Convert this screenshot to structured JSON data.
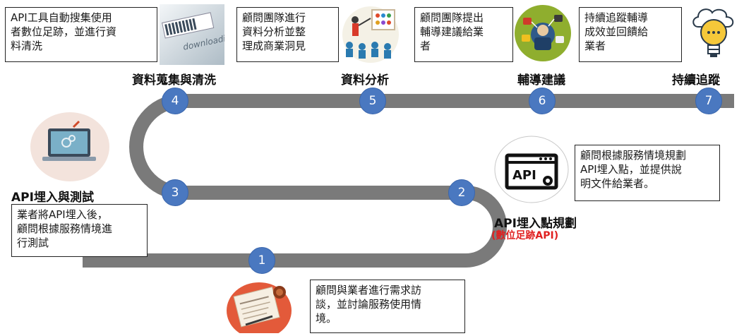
{
  "colors": {
    "road": "#7a7a7a",
    "step_circle": "#4a78c0",
    "subtitle": "#e02020",
    "text": "#111111"
  },
  "steps": [
    {
      "number": "1",
      "description": "顧問與業者進行需求訪\n談，並討論服務使用情\n境。",
      "icon": "curriculum-document-icon"
    },
    {
      "number": "2",
      "title": "API埋入點規劃",
      "subtitle": "(數位足跡API)",
      "description": "顧問根據服務情境規劃\nAPI埋入點，並提供說\n明文件給業者。",
      "icon": "api-window-icon",
      "icon_text": "API"
    },
    {
      "number": "3",
      "title": "API埋入與測試",
      "description": "業者將API埋入後，\n顧問根據服務情境進\n行測試",
      "icon": "laptop-icon"
    },
    {
      "number": "4",
      "title": "資料蒐集與清洗",
      "description": "API工具自動搜集使用\n者數位足跡，並進行資\n料清洗",
      "icon": "downloading-icon",
      "icon_text": "downloading..."
    },
    {
      "number": "5",
      "title": "資料分析",
      "description": "顧問團隊進行\n資料分析並整\n理成商業洞見",
      "icon": "presentation-icon"
    },
    {
      "number": "6",
      "title": "輔導建議",
      "description": "顧問團隊提出\n輔導建議給業\n者",
      "icon": "consulting-network-icon"
    },
    {
      "number": "7",
      "title": "持續追蹤",
      "description": "持續追蹤輔導\n成效並回饋給\n業者",
      "icon": "lightbulb-icon"
    }
  ]
}
